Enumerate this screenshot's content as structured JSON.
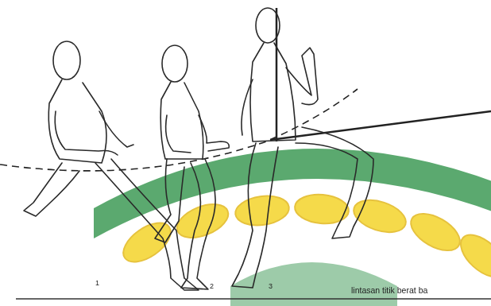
{
  "diagram": {
    "labels": [
      "1",
      "2",
      "3",
      "lintasan titik berat ba"
    ]
  }
}
